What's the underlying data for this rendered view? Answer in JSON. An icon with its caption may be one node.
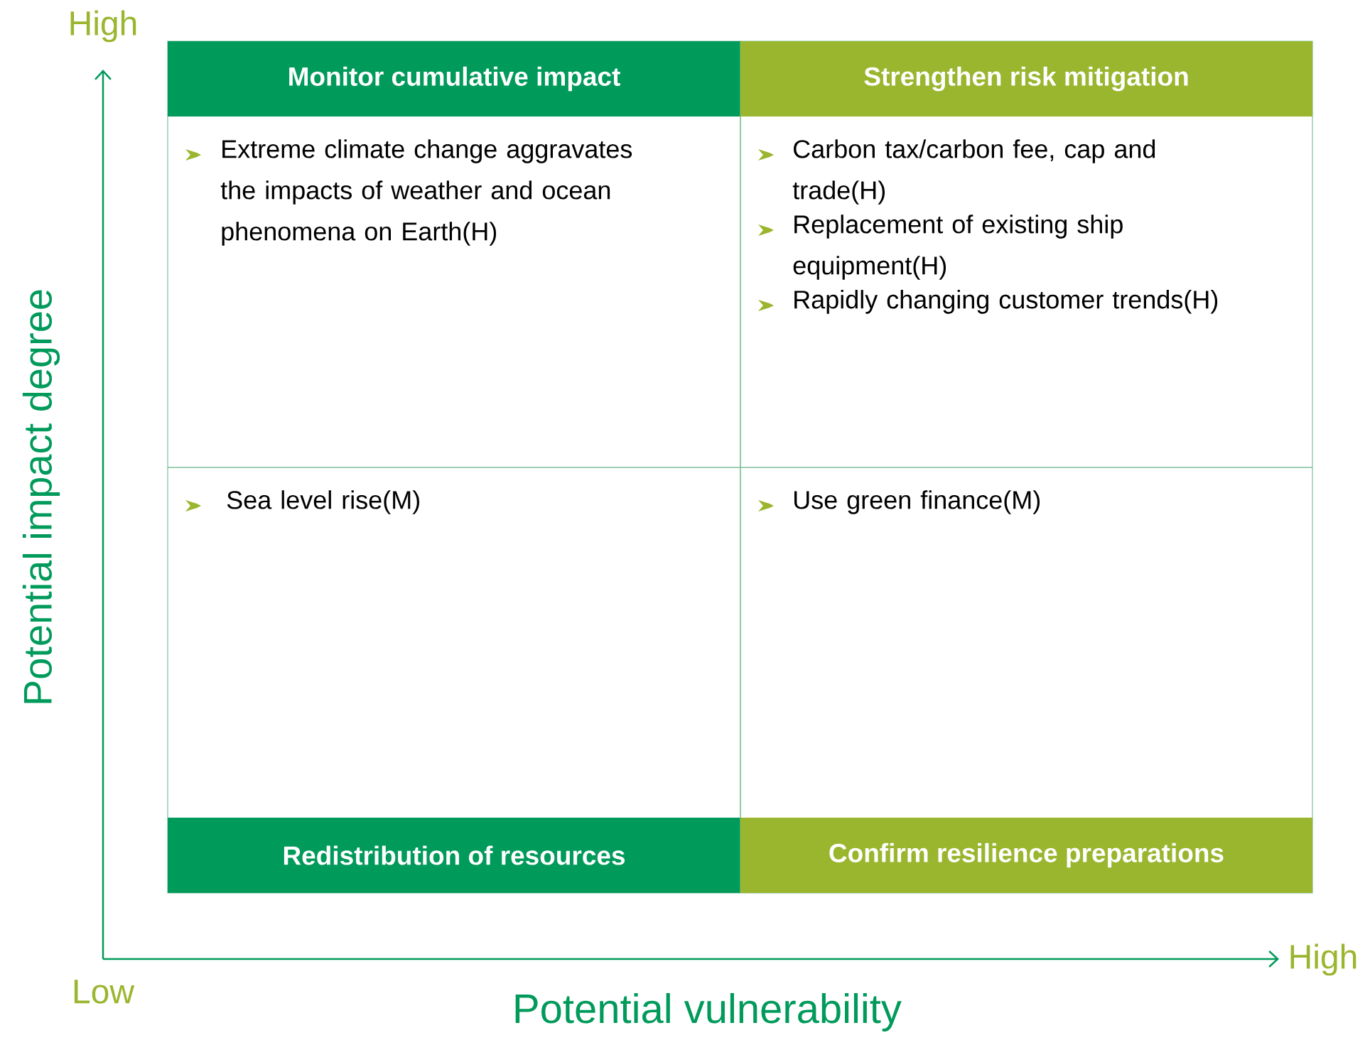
{
  "diagram": {
    "nodes": [
      {
        "text": [
          "Monitor cumulative impact",
          "Extreme climate change aggravates the impacts of weather and ocean phenomena on Earth(H)"
        ]
      },
      {
        "text": [
          "Strengthen risk mitigation",
          "Carbon tax/carbon fee, cap and trade(H)",
          "Replacement of existing ship equipment(H)",
          "Rapidly changing customer trends(H)"
        ]
      },
      {
        "text": [
          "Sea level rise(M)",
          "Redistribution of resources"
        ]
      },
      {
        "text": [
          "Use green finance(M)",
          "Confirm resilience preparations"
        ]
      }
    ],
    "labels": [
      "High",
      "Potential impact degree",
      "Low",
      "High",
      "Potential vulnerability"
    ]
  }
}
